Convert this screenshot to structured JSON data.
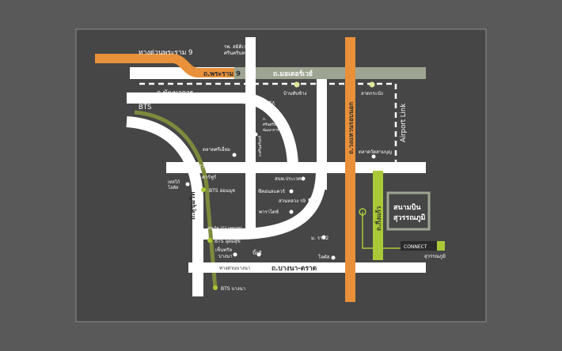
{
  "colors": {
    "page_bg": "#595959",
    "map_bg": "#464646",
    "frame": "#8c8c8c",
    "road": "#ffffff",
    "expressway": "#e8913a",
    "bts_line": "#7e8a3c",
    "gray_road": "#9da592",
    "motorway_green": "#a9c938",
    "marker": "#dfe69a"
  },
  "roads": {
    "expressway_rama9": "ทางด่วนพระราม 9",
    "rama9_rd": "ถ.พระราม 9",
    "motorway_rd": "ถ.มอเตอร์เวย์",
    "phatthanakan_rd": "ถ.พัฒนาการ",
    "sukhumvit_rd": "ถ.สุขุมวิท",
    "bangna_trat_rd": "ถ.บางนา-ตราด",
    "outer_ring_rd": "ถ.วงแหวนรอบนอก",
    "kingkaew_rd": "ถ.กิ่งแก้ว",
    "airport_link": "Airport Link",
    "bts": "BTS"
  },
  "places": {
    "samitivej_1": "รพ. สมิติเวช",
    "samitivej_2": "ศรีนครินทร์",
    "ban_thap_chang": "บ้านทับช้าง",
    "lat_krabang": "ลาดกระบัง",
    "jusco": "จัสโก้",
    "motorway_conn_1": "ถ.",
    "motorway_conn_2": "ศรีนครินทร์",
    "motorway_conn_3": "พัฒนาการ",
    "srinakarin_rd_vert": "ถ.ศรีนครินทร์",
    "talad_srieam": "ตลาดศรีเอี่ยม",
    "talad_lat_krabang": "ตลาดวัดสามบุญ",
    "sukhumvit77": "สุขุมวิท 77 อ่อนนุช",
    "carrefour": "คาร์ฟูร์",
    "tesco_1": "เทสโก้",
    "tesco_2": "โลตัส",
    "bts_onnut": "BTS อ่อนนุช",
    "sanambin_prawet": "สนพ.ประเวศ",
    "seacon": "ซีคอนสแควร์",
    "suan_luang": "สวนหลวง ร9",
    "paradise": "พาราไดซ์",
    "sukhumvit103": "สุขุมวิท 103 (อุดมสุข)",
    "bts_udomsuk": "BTS อุดมสุข",
    "central_1": "เซ็นทรัล",
    "central_2": "บางนา",
    "big_c": "บิ๊กซี",
    "bangna_exit": "ทางด่วนบางนา",
    "bts_bangna": "BTS บางนา",
    "m_ramkhamhaeng": "ม. ราม2",
    "lotus_bangna": "โลตัส",
    "airport_1": "สนามบิน",
    "airport_2": "สุวรรณภูมิ",
    "connect_1": "CONNECT",
    "connect_2": "สุวรรณภูมิ"
  }
}
